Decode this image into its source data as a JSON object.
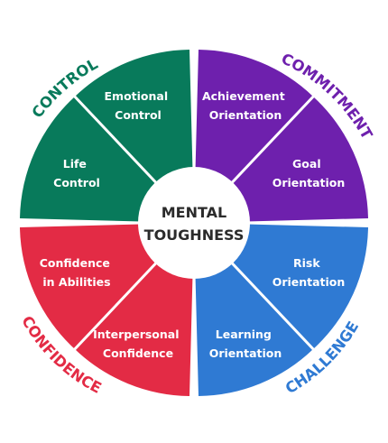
{
  "center": {
    "line1": "MENTAL",
    "line2": "TOUGHNESS"
  },
  "colors": {
    "control": "#087a5b",
    "commitment": "#6e20ad",
    "confidence": "#e32b45",
    "challenge": "#2f7ad3"
  },
  "quadrants": [
    {
      "id": "control",
      "title": "CONTROL",
      "segments": [
        {
          "line1": "Emotional",
          "line2": "Control"
        },
        {
          "line1": "Life",
          "line2": "Control"
        }
      ]
    },
    {
      "id": "commitment",
      "title": "COMMITMENT",
      "segments": [
        {
          "line1": "Achievement",
          "line2": "Orientation"
        },
        {
          "line1": "Goal",
          "line2": "Orientation"
        }
      ]
    },
    {
      "id": "challenge",
      "title": "CHALLENGE",
      "segments": [
        {
          "line1": "Risk",
          "line2": "Orientation"
        },
        {
          "line1": "Learning",
          "line2": "Orientation"
        }
      ]
    },
    {
      "id": "confidence",
      "title": "CONFIDENCE",
      "segments": [
        {
          "line1": "Confidence",
          "line2": "in Abilities"
        },
        {
          "line1": "Interpersonal",
          "line2": "Confidence"
        }
      ]
    }
  ]
}
